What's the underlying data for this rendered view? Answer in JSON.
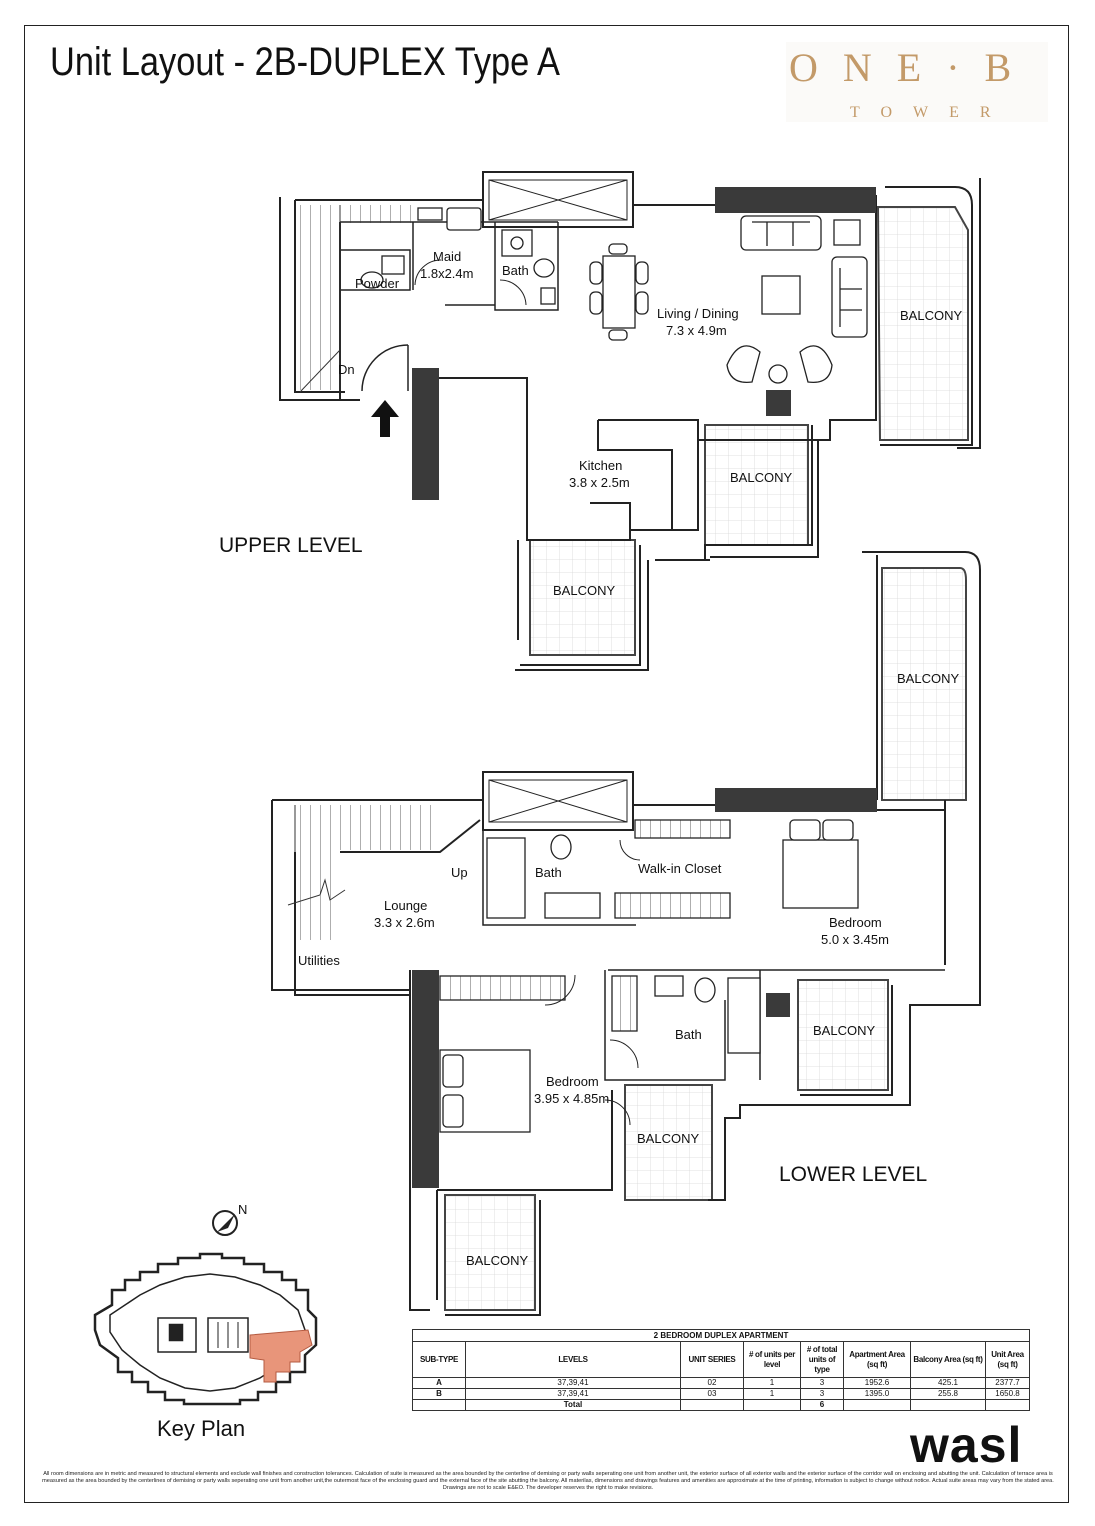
{
  "title": "Unit Layout - 2B-DUPLEX Type A",
  "logo": {
    "main": "ONE·B",
    "sub": "TOWER"
  },
  "upper_level": {
    "label": "UPPER LEVEL",
    "maid": "Maid",
    "maid_dim": "1.8x2.4m",
    "powder": "Powder",
    "bath": "Bath",
    "living": "Living / Dining",
    "living_dim": "7.3 x 4.9m",
    "kitchen": "Kitchen",
    "kitchen_dim": "3.8 x 2.5m",
    "dn": "Dn",
    "balcony_1": "BALCONY",
    "balcony_2": "BALCONY",
    "balcony_3": "BALCONY"
  },
  "lower_level": {
    "label": "LOWER LEVEL",
    "lounge": "Lounge",
    "lounge_dim": "3.3 x 2.6m",
    "up": "Up",
    "utilities": "Utilities",
    "bath_1": "Bath",
    "walkin": "Walk-in Closet",
    "bedroom_1": "Bedroom",
    "bedroom_1_dim": "5.0 x 3.45m",
    "bath_2": "Bath",
    "bedroom_2": "Bedroom",
    "bedroom_2_dim": "3.95 x 4.85m",
    "balcony_1": "BALCONY",
    "balcony_2": "BALCONY",
    "balcony_3": "BALCONY",
    "balcony_4": "BALCONY"
  },
  "compass": "N",
  "key_plan": "Key Plan",
  "table": {
    "caption": "2 BEDROOM DUPLEX APARTMENT",
    "headers": [
      "SUB-TYPE",
      "LEVELS",
      "UNIT SERIES",
      "# of units per level",
      "# of total units of type",
      "Apartment Area (sq ft)",
      "Balcony Area (sq ft)",
      "Unit Area (sq ft)"
    ],
    "rows": [
      [
        "A",
        "37,39,41",
        "02",
        "1",
        "3",
        "1952.6",
        "425.1",
        "2377.7"
      ],
      [
        "B",
        "37,39,41",
        "03",
        "1",
        "3",
        "1395.0",
        "255.8",
        "1650.8"
      ]
    ],
    "total_label": "Total",
    "total_value": "6"
  },
  "developer": "wasl",
  "disclaimer": "All room dimensions are in metric and measured to structural elements and exclude wall finishes and construction tolerances. Calculation of suite is measured as the area bounded by the centerline of demising or party walls seperating one unit from another unit, the exterior surface of all exterior walls and the exterior surface of the corridor wall on enclosing and abutting the unit. Calculation of terrace area is measured as the area bounded by the centerlines of demising or party walls seperating one unit from another unit,the outermost face of the enclosing guard and the external face of the site abutting the balcony. All materilas, dimensions and drawings features and amenities are approximate at the time of printing, information is subject to change without notice. Actual suite areas may vary from the stated area. Drawings are not to scale E&EO. The developer reserves the right to make revisions.",
  "colors": {
    "logo_gold": "#c39a69",
    "wall": "#222222",
    "highlight": "#e8957a",
    "balcony_grid": "#d7d7d7"
  }
}
